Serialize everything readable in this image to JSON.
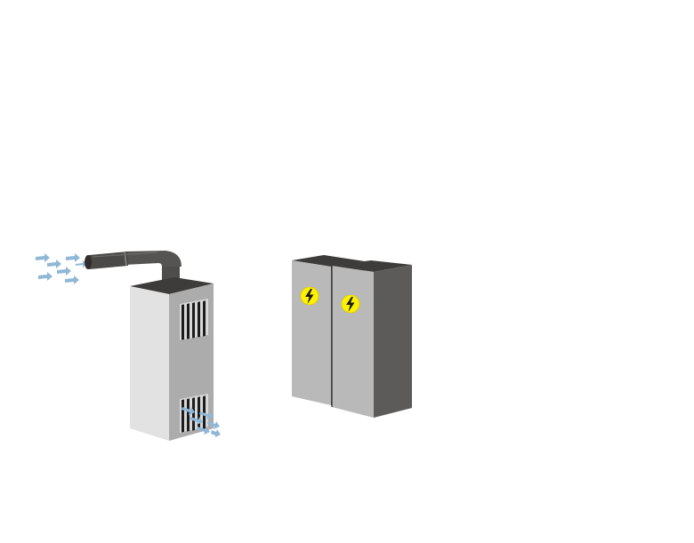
{
  "scene": {
    "items": [
      {
        "id": "air-handler",
        "icon": "air-handler-unit-icon"
      },
      {
        "id": "electrical-cabinet-left",
        "icon": "lightning-bolt-icon"
      },
      {
        "id": "electrical-cabinet-right",
        "icon": "lightning-bolt-icon"
      }
    ]
  },
  "colors": {
    "background": "#ffffff",
    "cabinet_light": "#b9b9b9",
    "cabinet_dark": "#5c5b59",
    "cabinet_top": "#3d3c3a",
    "unit_front": "#e2e2e2",
    "unit_side": "#acacac",
    "duct": "#4e4d4b",
    "vent_slot": "#1c1c1c",
    "airflow_arrow": "#8fb8d8",
    "warning_yellow": "#fff200"
  }
}
